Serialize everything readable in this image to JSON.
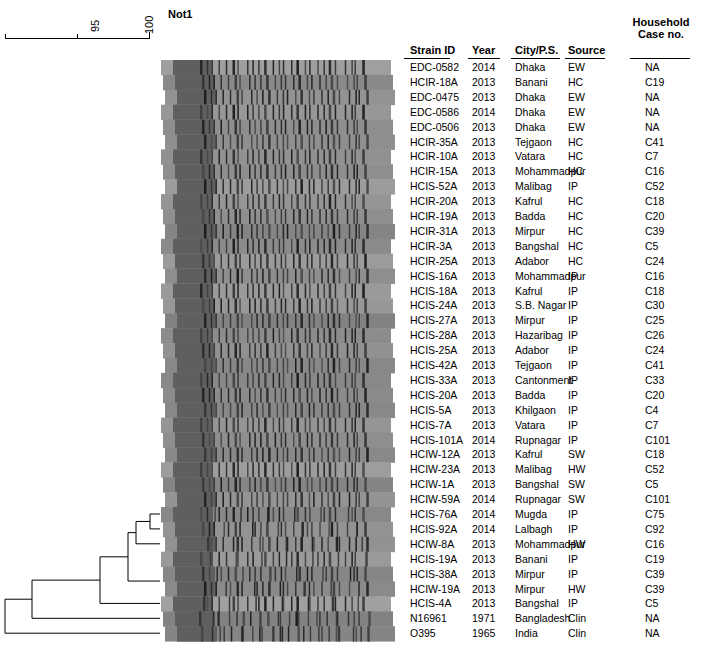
{
  "diagram": {
    "labels": [
      "95",
      "100",
      "Not1",
      "Strain ID",
      "Year",
      "City/P.S.",
      "Source",
      "Household Case no.",
      "EDC-0582",
      "2014",
      "Dhaka",
      "EW",
      "NA",
      "HCIR-18A",
      "2013",
      "Banani",
      "HC",
      "C19",
      "EDC-0475",
      "2013",
      "Dhaka",
      "EW",
      "NA",
      "EDC-0586",
      "2014",
      "Dhaka",
      "EW",
      "NA",
      "EDC-0506",
      "2013",
      "Dhaka",
      "EW",
      "NA",
      "HCIR-35A",
      "2013",
      "Tejgaon",
      "HC",
      "C41",
      "HCIR-10A",
      "2013",
      "Vatara",
      "HC",
      "C7",
      "HCIR-15A",
      "2013",
      "Mohammadpur",
      "HC",
      "C16",
      "HCIS-52A",
      "2013",
      "Malibag",
      "IP",
      "C52",
      "HCIR-20A",
      "2013",
      "Kafrul",
      "HC",
      "C18",
      "HCIR-19A",
      "2013",
      "Badda",
      "HC",
      "C20",
      "HCIR-31A",
      "2013",
      "Mirpur",
      "HC",
      "C39",
      "HCIR-3A",
      "2013",
      "Bangshal",
      "HC",
      "C5",
      "HCIR-25A",
      "2013",
      "Adabor",
      "HC",
      "C24",
      "HCIS-16A",
      "2013",
      "Mohammadpur",
      "IP",
      "C16",
      "HCIS-18A",
      "2013",
      "Kafrul",
      "IP",
      "C18",
      "HCIS-24A",
      "2013",
      "S.B. Nagar",
      "IP",
      "C30",
      "HCIS-27A",
      "2013",
      "Mirpur",
      "IP",
      "C25",
      "HCIS-28A",
      "2013",
      "Hazaribag",
      "IP",
      "C26",
      "HCIS-25A",
      "2013",
      "Adabor",
      "IP",
      "C24",
      "HCIS-42A",
      "2013",
      "Tejgaon",
      "IP",
      "C41",
      "HCIS-33A",
      "2013",
      "Cantonment",
      "IP",
      "C33",
      "HCIS-20A",
      "2013",
      "Badda",
      "IP",
      "C20",
      "HCIS-5A",
      "2013",
      "Khilgaon",
      "IP",
      "C4",
      "HCIS-7A",
      "2013",
      "Vatara",
      "IP",
      "C7",
      "HCIS-101A",
      "2014",
      "Rupnagar",
      "IP",
      "C101",
      "HCIW-12A",
      "2013",
      "Kafrul",
      "SW",
      "C18",
      "HCIW-23A",
      "2013",
      "Malibag",
      "HW",
      "C52",
      "HCIW-1A",
      "2013",
      "Bangshal",
      "SW",
      "C5",
      "HCIW-59A",
      "2014",
      "Rupnagar",
      "SW",
      "C101",
      "HCIS-76A",
      "2014",
      "Mugda",
      "IP",
      "C75",
      "HCIS-92A",
      "2014",
      "Lalbagh",
      "IP",
      "C92",
      "HCIW-8A",
      "2013",
      "Mohammadpur",
      "HW",
      "C16",
      "HCIS-19A",
      "2013",
      "Banani",
      "IP",
      "C19",
      "HCIS-38A",
      "2013",
      "Mirpur",
      "IP",
      "C39",
      "HCIW-19A",
      "2013",
      "Mirpur",
      "HW",
      "C39",
      "HCIS-4A",
      "2013",
      "Bangshal",
      "IP",
      "C5",
      "N16961",
      "1971",
      "Bangladesh",
      "Clin",
      "NA",
      "O395",
      "1965",
      "India",
      "Clin",
      "NA"
    ]
  }
}
